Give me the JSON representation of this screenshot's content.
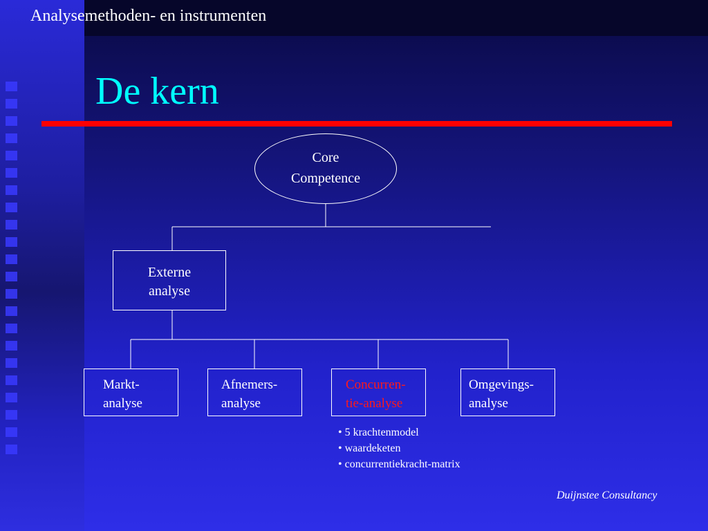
{
  "slide": {
    "header": "Analysemethoden- en instrumenten",
    "title": "De kern",
    "footer": "Duijnstee Consultancy"
  },
  "diagram": {
    "core": {
      "line1": "Core",
      "line2": "Competence"
    },
    "externe": {
      "line1": "Externe",
      "line2": "analyse"
    },
    "children": [
      {
        "line1": "Markt-",
        "line2": "analyse"
      },
      {
        "line1": "Afnemers-",
        "line2": "analyse"
      },
      {
        "line1": "Concurren-",
        "line2": "tie-analyse"
      },
      {
        "line1": "Omgevings-",
        "line2": "analyse"
      }
    ],
    "bullets": [
      "• 5 krachtenmodel",
      "• waardeketen",
      "• concurrentiekracht-matrix"
    ]
  },
  "colors": {
    "title": "#00ffff",
    "rule": "#ff0000",
    "highlight": "#ff1a1a"
  }
}
